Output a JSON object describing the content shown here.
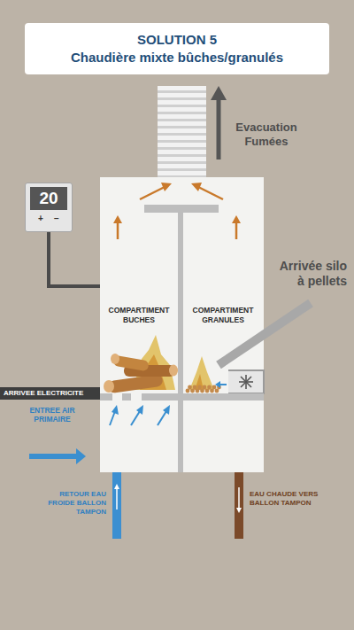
{
  "diagram": {
    "nodes": [
      {
        "text": [
          "SOLUTION 5",
          "Chaudière mixte bûches/granulés"
        ]
      },
      {
        "text": [
          "20",
          "+",
          "−"
        ]
      },
      {
        "text": [
          "COMPARTIMENT BUCHES",
          "COMPARTIMENT GRANULES"
        ]
      },
      {
        "text": [
          "ARRIVEE ELECTRICITE"
        ]
      }
    ],
    "edges": [
      {
        "from": 1,
        "to": 2,
        "arrow": "none"
      }
    ],
    "labels": [
      "Evacuation Fumées",
      "Arrivée silo à pellets",
      "ENTREE AIR PRIMAIRE",
      "RETOUR EAU FROIDE BALLON TAMPON",
      "EAU CHAUDE VERS BALLON TAMPON"
    ]
  }
}
